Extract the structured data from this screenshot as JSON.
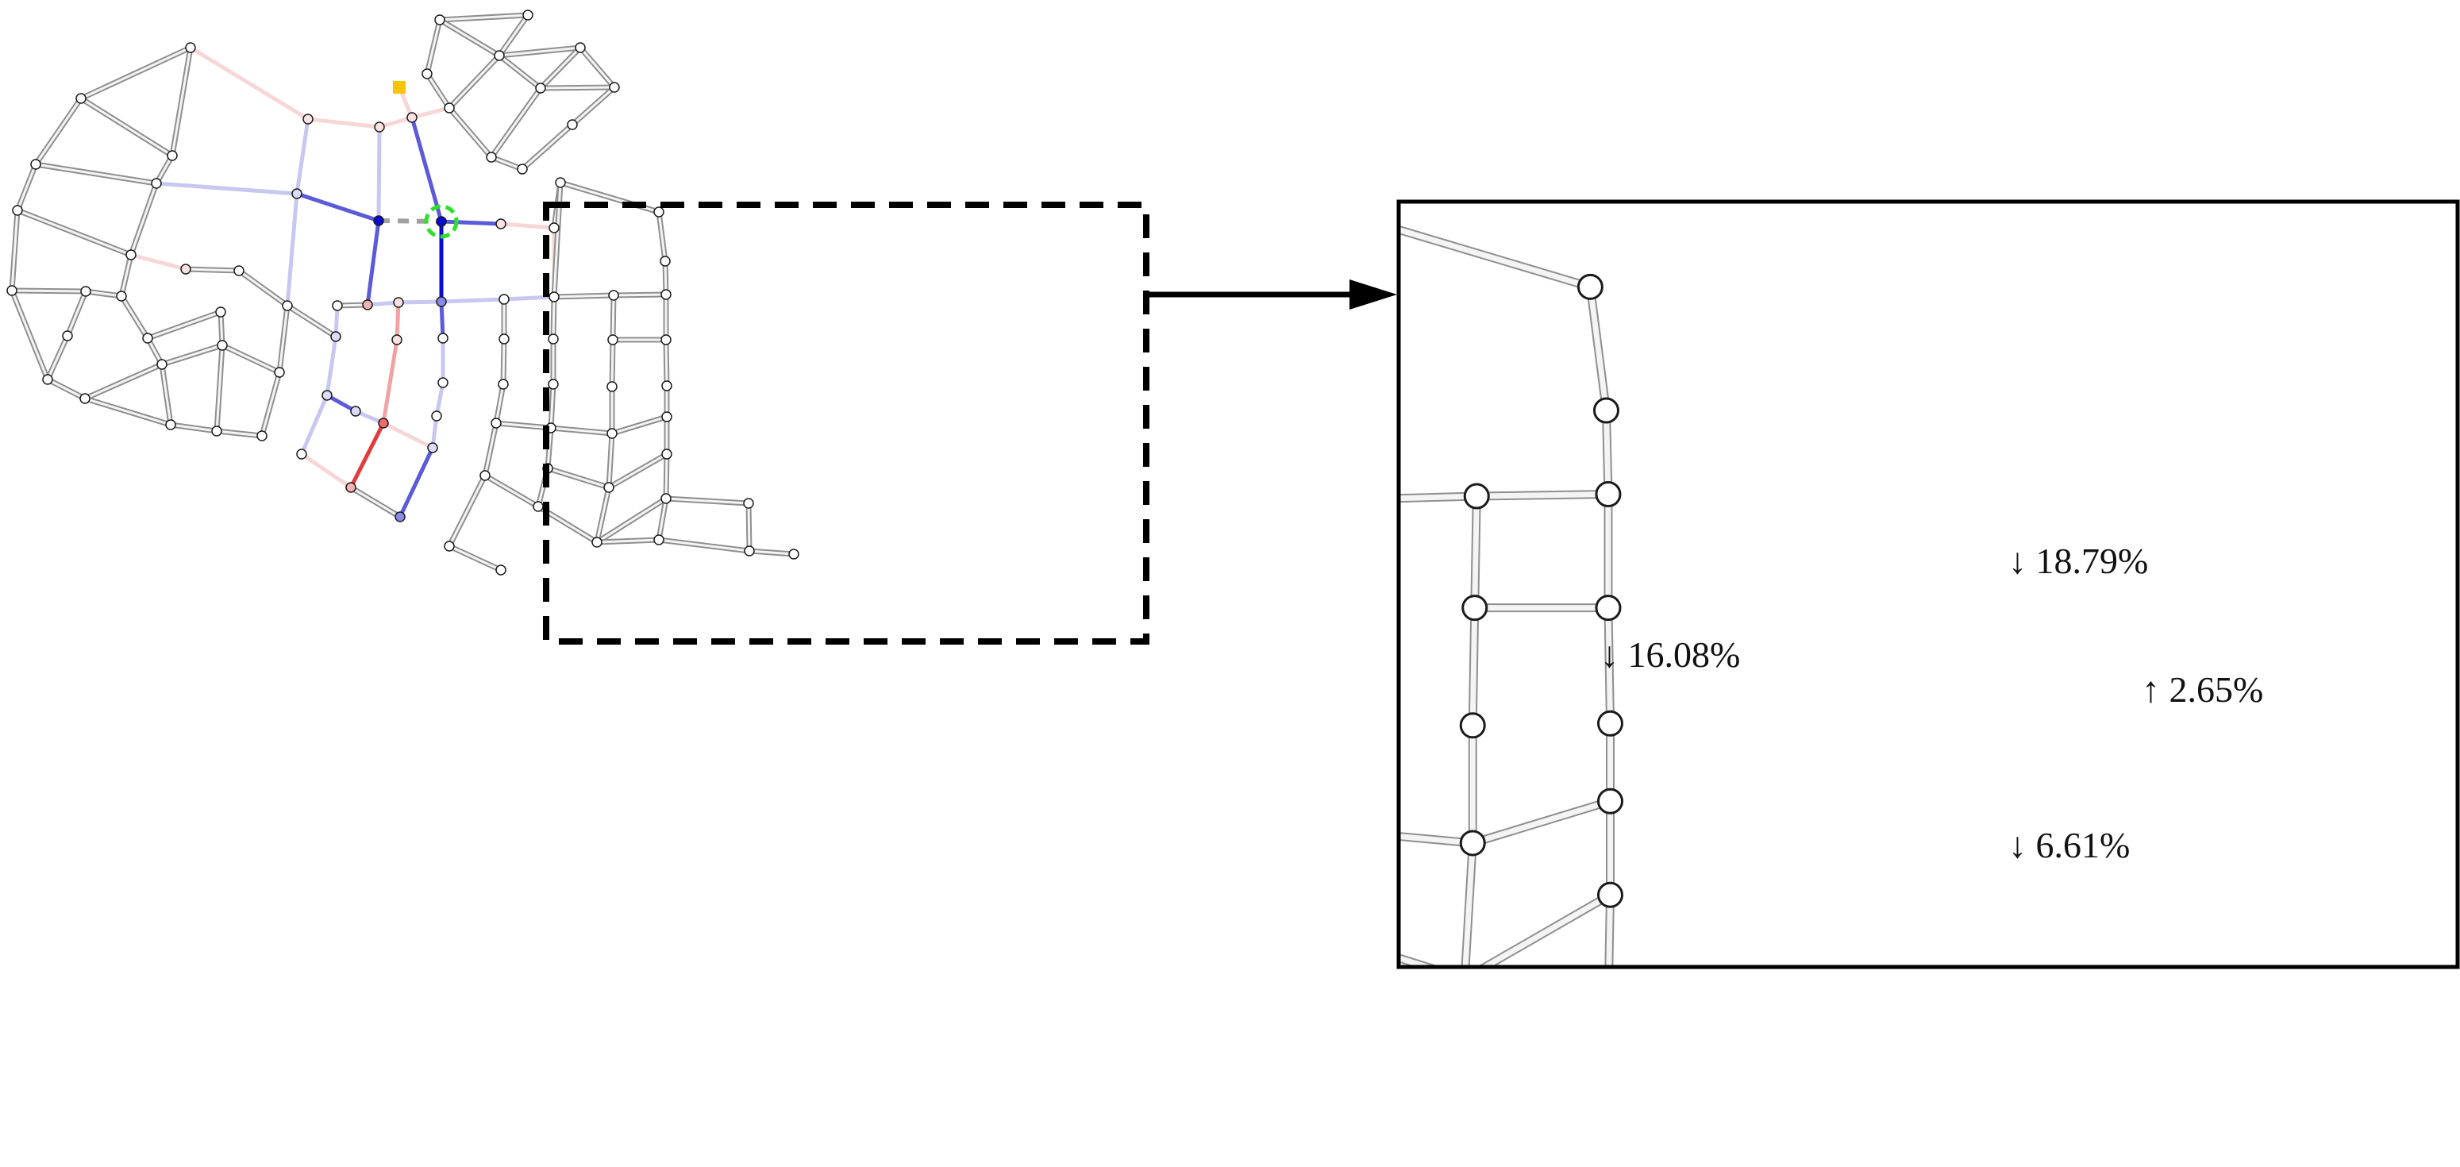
{
  "colors": {
    "decrease_strong": "#0a0ad6",
    "decrease_mid": "#5b5bd9",
    "decrease_light": "#c7c7f2",
    "increase_strong": "#e23b3b",
    "increase_mid": "#f1a3a3",
    "increase_light": "#f7d6d6",
    "neutral": "#d8d8d8",
    "removed_edge": "#a0a0a0",
    "highlight_ring": "#2ee02e",
    "source_marker": "#f7c400"
  },
  "icons": {
    "source_marker": "square-marker",
    "zoom_arrow": "arrow-right"
  },
  "zoom_labels": {
    "left_node_change": "↓ 16.08%",
    "right_node_change": "↓ 18.79%",
    "east_node_change": "↑ 2.65%",
    "south_node_change": "↓ 6.61%"
  }
}
